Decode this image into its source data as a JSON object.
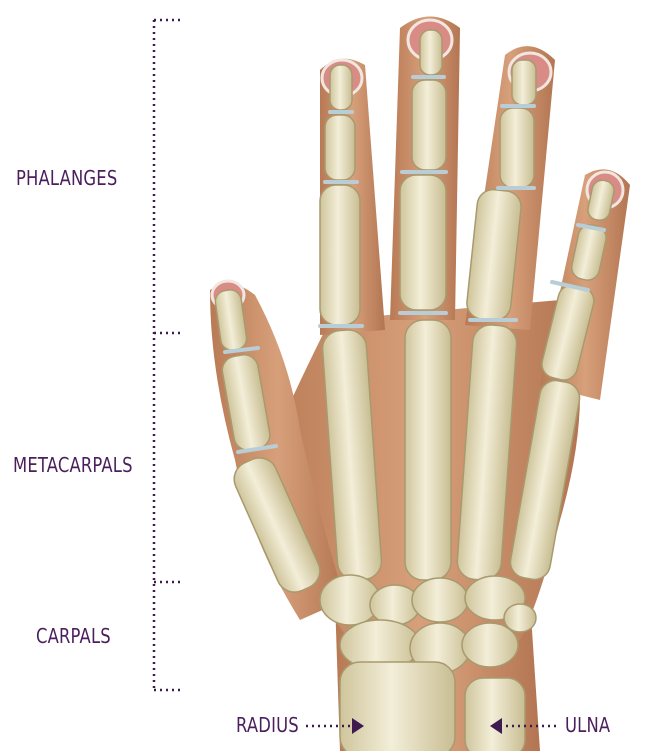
{
  "labels": {
    "phalanges": "PHALANGES",
    "metacarpals": "METACARPALS",
    "carpals": "CARPALS",
    "radius": "RADIUS",
    "ulna": "ULNA"
  },
  "colors": {
    "label_text": "#4a1f5c",
    "bracket_dots": "#3d1a4f",
    "skin": "#c9906a",
    "bone": "#e9e2c4",
    "joint_cartilage": "#b8cdd6",
    "nail": "#d98c86"
  }
}
